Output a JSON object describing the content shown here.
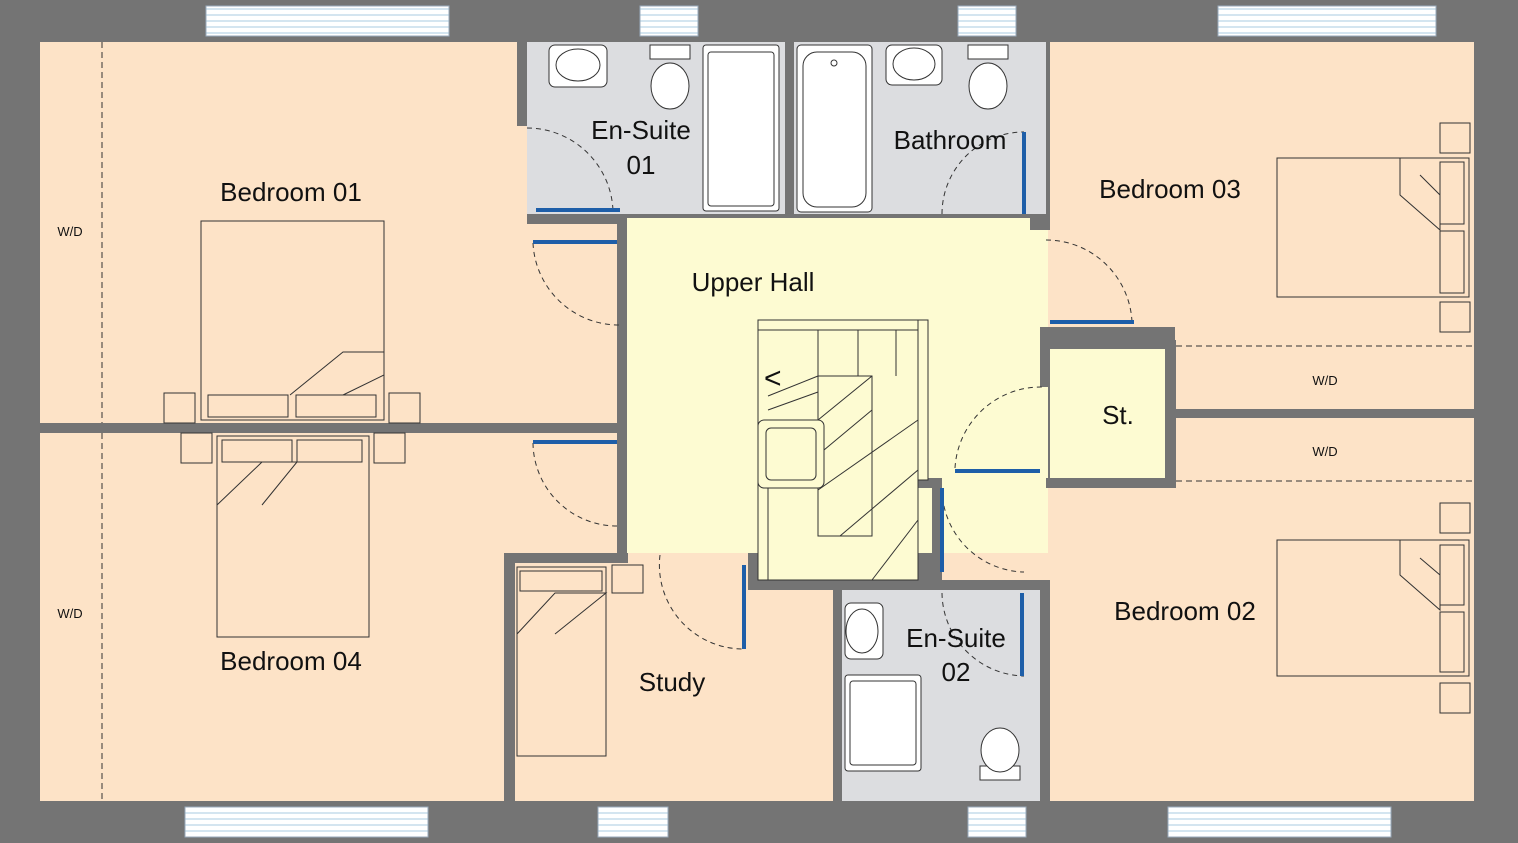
{
  "colors": {
    "wall": "#747474",
    "bedroom_fill": "#fde3c7",
    "hall_fill": "#fdfbd2",
    "wet_fill": "#dcdde0",
    "door_leaf": "#1e5ea8",
    "window": "#cfe4f0"
  },
  "rooms": {
    "bedroom01": "Bedroom 01",
    "bedroom02": "Bedroom 02",
    "bedroom03": "Bedroom 03",
    "bedroom04": "Bedroom 04",
    "ensuite01": [
      "En-Suite",
      "01"
    ],
    "ensuite02": [
      "En-Suite",
      "02"
    ],
    "bathroom": "Bathroom",
    "upper_hall": "Upper Hall",
    "store": "St.",
    "study": "Study"
  },
  "wardrobe_label": "W/D",
  "stair_arrow": "<"
}
